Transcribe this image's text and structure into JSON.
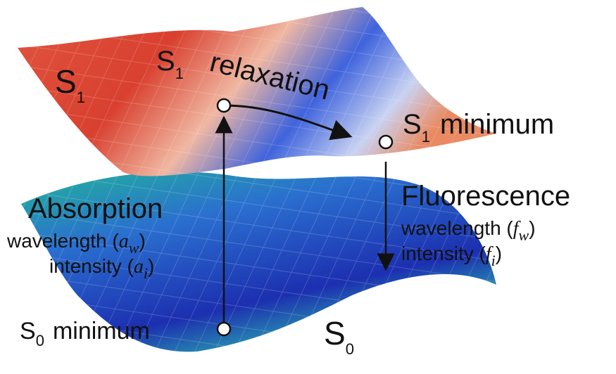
{
  "surfaces": {
    "upper": {
      "label_main": "S",
      "label_sub": "1",
      "colors": [
        "#d8453a",
        "#f2c1ad",
        "#3a5bd9"
      ]
    },
    "lower": {
      "label_main": "S",
      "label_sub": "0",
      "colors": [
        "#1e9c8a",
        "#2f66c9",
        "#1d2fa8"
      ]
    }
  },
  "labels": {
    "s1_relax_main": "S",
    "s1_relax_sub": "1",
    "s1_relax_word": "relaxation",
    "s1_min_main": "S",
    "s1_min_sub": "1",
    "s1_min_word": "minimum",
    "s0_min_main": "S",
    "s0_min_sub": "0",
    "s0_min_word": "minimum",
    "absorption": "Absorption",
    "abs_wavelength": "wavelength (",
    "abs_wavelength_var": "a",
    "abs_wavelength_sub": "w",
    "abs_wavelength_close": ")",
    "abs_intensity": "intensity (",
    "abs_intensity_var": "a",
    "abs_intensity_sub": "i",
    "abs_intensity_close": ")",
    "fluorescence": "Fluorescence",
    "flu_wavelength": "wavelength (",
    "flu_wavelength_var": "f",
    "flu_wavelength_sub": "w",
    "flu_wavelength_close": ")",
    "flu_intensity": "intensity (",
    "flu_intensity_var": "f",
    "flu_intensity_sub": "i",
    "flu_intensity_close": ")"
  }
}
